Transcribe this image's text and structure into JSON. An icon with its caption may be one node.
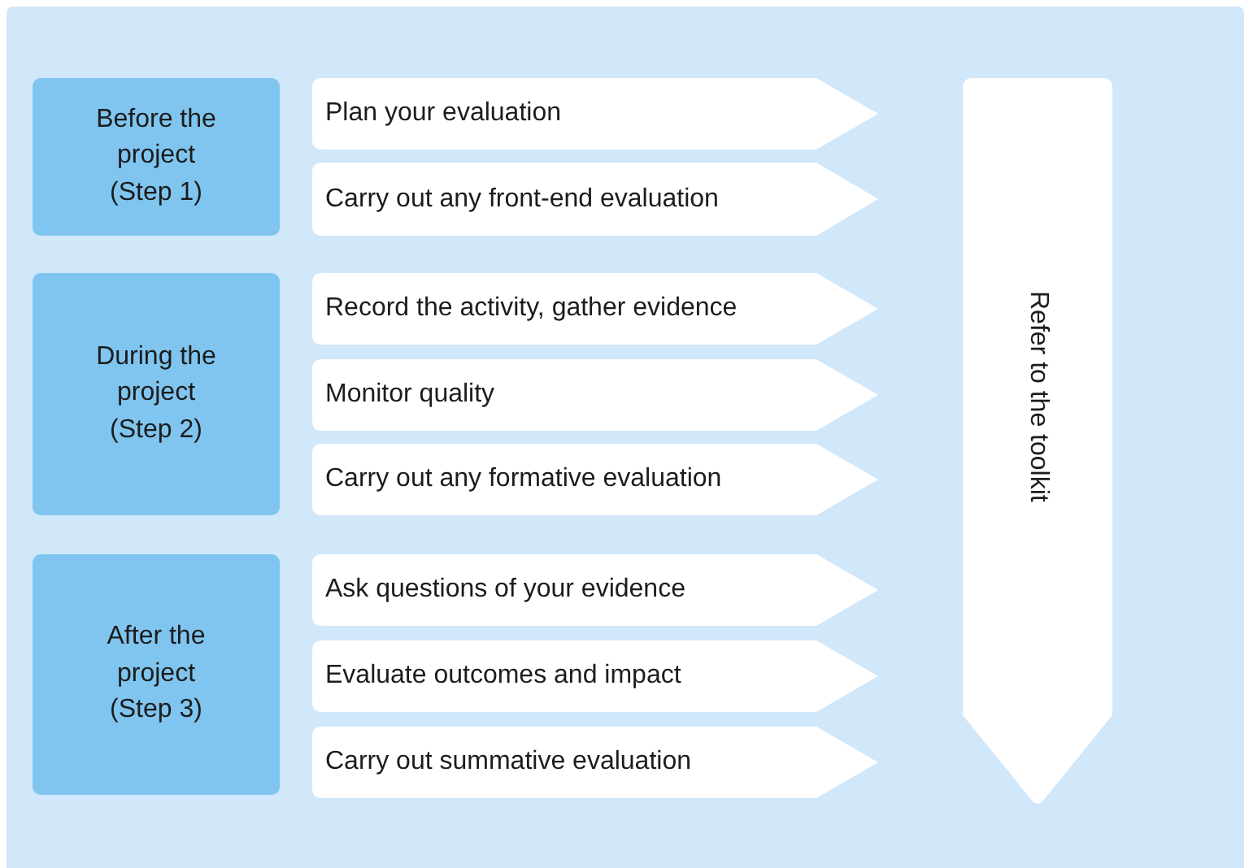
{
  "diagram": {
    "nodes": [
      {
        "text": [
          "Before the project (Step 1)"
        ]
      },
      {
        "text": [
          "Plan your evaluation"
        ]
      },
      {
        "text": [
          "Carry out any front-end evaluation"
        ]
      },
      {
        "text": [
          "During the project (Step 2)"
        ]
      },
      {
        "text": [
          "Record the activity, gather evidence"
        ]
      },
      {
        "text": [
          "Monitor quality"
        ]
      },
      {
        "text": [
          "Carry out any formative evaluation"
        ]
      },
      {
        "text": [
          "After the project (Step 3)"
        ]
      },
      {
        "text": [
          "Ask questions of your evidence"
        ]
      },
      {
        "text": [
          "Evaluate outcomes and impact"
        ]
      },
      {
        "text": [
          "Carry out summative evaluation"
        ]
      },
      {
        "text": [
          "Refer to the toolkit"
        ]
      }
    ]
  }
}
